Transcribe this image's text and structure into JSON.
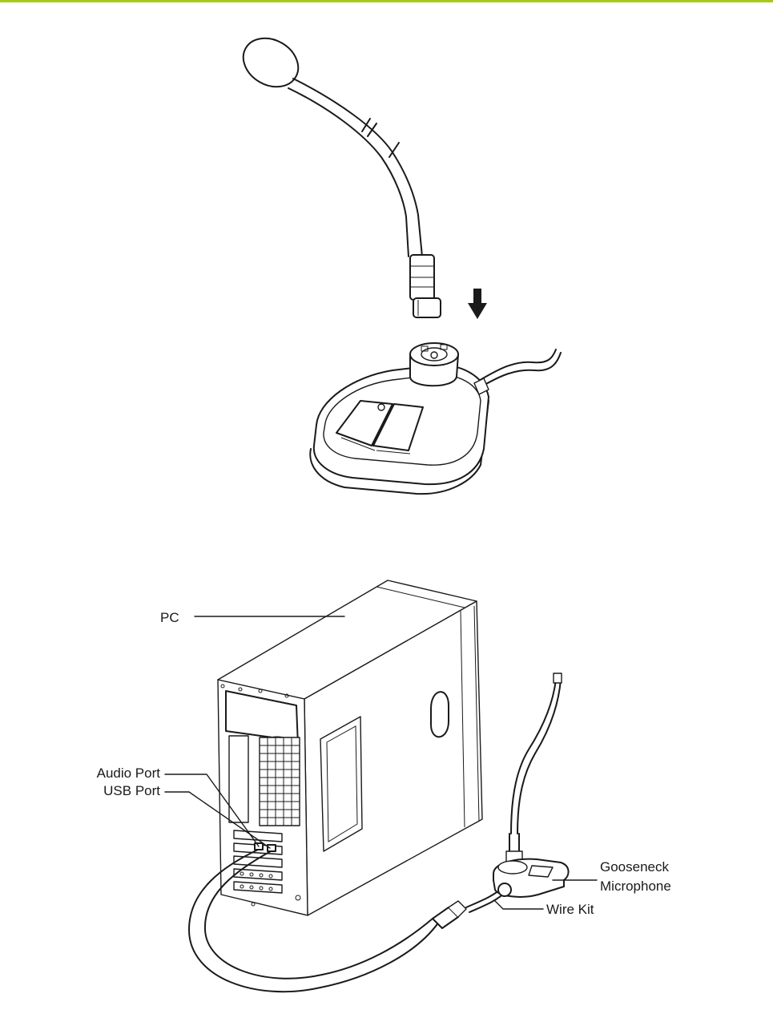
{
  "colors": {
    "accent_rule": "#a7c91c",
    "ink": "#1a1a1a",
    "paper": "#ffffff"
  },
  "labels": {
    "pc": "PC",
    "audio_port": "Audio Port",
    "usb_port": "USB Port",
    "gooseneck_line1": "Gooseneck",
    "gooseneck_line2": "Microphone",
    "wire_kit": "Wire Kit"
  }
}
